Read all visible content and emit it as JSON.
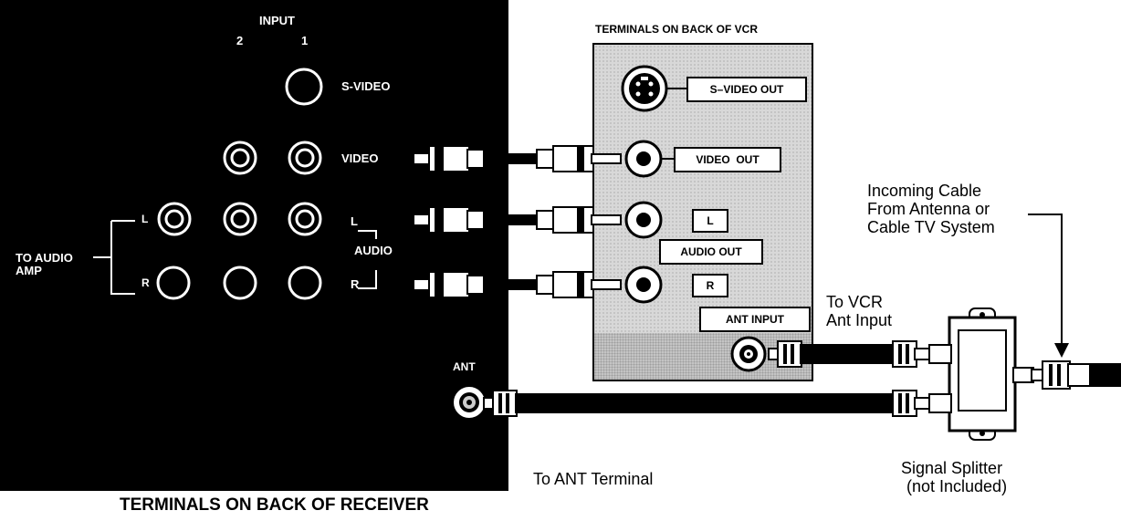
{
  "receiver": {
    "caption": "TERMINALS ON BACK OF RECEIVER",
    "input_label": "INPUT",
    "input_2": "2",
    "input_1": "1",
    "svideo": "S-VIDEO",
    "video": "VIDEO",
    "audio": "AUDIO",
    "audio_l": "L",
    "audio_r": "R",
    "amp_l": "L",
    "amp_r": "R",
    "to_audio_amp_1": "TO AUDIO",
    "to_audio_amp_2": "AMP",
    "ant": "ANT"
  },
  "vcr": {
    "caption": "TERMINALS ON BACK OF VCR",
    "svideo_out": "S–VIDEO OUT",
    "video_out": "VIDEO  OUT",
    "audio_l": "L",
    "audio_out": "AUDIO OUT",
    "audio_r": "R",
    "ant_input": "ANT INPUT"
  },
  "labels": {
    "incoming_1": "Incoming Cable",
    "incoming_2": "From Antenna or",
    "incoming_3": "Cable TV System",
    "to_vcr_1": "To VCR",
    "to_vcr_2": "Ant Input",
    "splitter_1": "Signal Splitter",
    "splitter_2": "(not Included)",
    "to_ant": "To ANT Terminal"
  }
}
